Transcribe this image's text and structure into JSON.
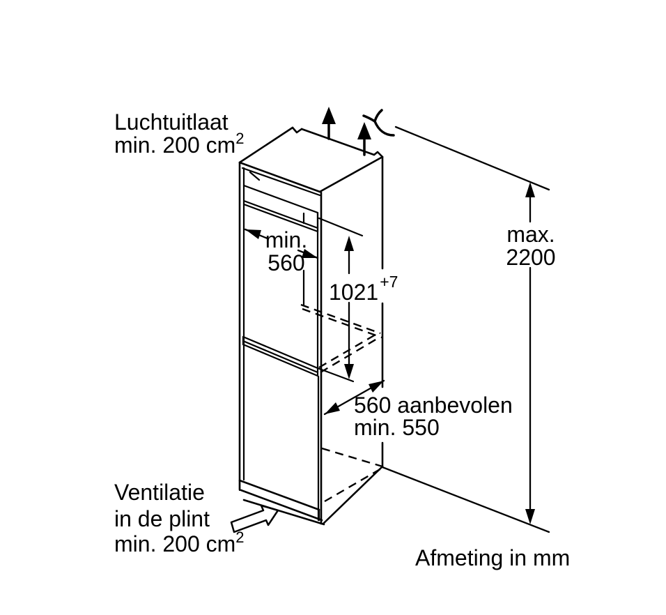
{
  "diagram": {
    "labels": {
      "air_outlet_line1": "Luchtuitlaat",
      "air_outlet_line2": "min. 200 cm",
      "air_outlet_sup": "2",
      "niche_width_line1": "min.",
      "niche_width_line2": "560",
      "niche_height_value": "1021",
      "niche_height_tolerance": "+7",
      "max_height_line1": "max.",
      "max_height_line2": "2200",
      "depth_line1": "560 aanbevolen",
      "depth_line2": "min. 550",
      "plinth_vent_line1": "Ventilatie",
      "plinth_vent_line2": "in de plint",
      "plinth_vent_line3": "min. 200 cm",
      "plinth_vent_sup": "2",
      "units_note": "Afmeting in mm"
    },
    "dimensions": {
      "niche_width_mm": "min. 560",
      "niche_height_mm": "1021 +7",
      "max_cabinet_height_mm": "max. 2200",
      "depth_mm": "560 aanbevolen / min. 550",
      "air_outlet_area": "min. 200 cm2",
      "plinth_vent_area": "min. 200 cm2"
    },
    "colors": {
      "line": "#000000",
      "background": "#ffffff"
    }
  }
}
